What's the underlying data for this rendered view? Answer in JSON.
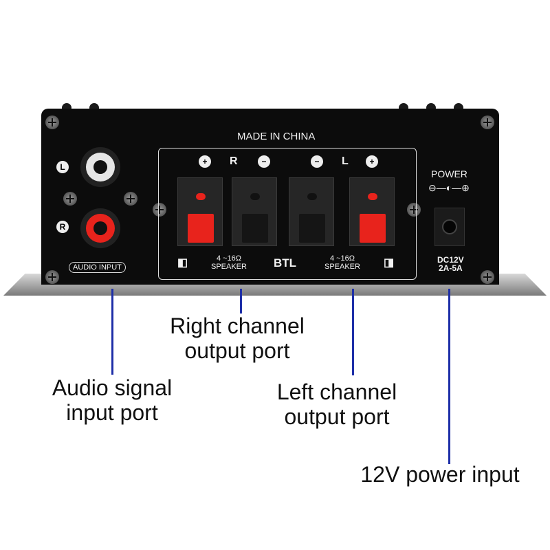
{
  "device": {
    "made_in": "MADE IN CHINA",
    "input_l": "L",
    "input_r": "R",
    "audio_input": "AUDIO INPUT",
    "r_label": "R",
    "l_label": "L",
    "plus": "+",
    "minus": "−",
    "speaker_impedance": "4 ~16Ω",
    "speaker": "SPEAKER",
    "btl": "BTL",
    "power": "POWER",
    "polarity": "⊖—◐—⊕",
    "dc_rating_1": "DC12V",
    "dc_rating_2": "2A-5A",
    "colors": {
      "panel": "#0c0c0c",
      "red": "#e8231c",
      "callout": "#1e2fa8"
    }
  },
  "callouts": {
    "audio": [
      "Audio signal",
      "input port"
    ],
    "right": [
      "Right channel",
      "output port"
    ],
    "left": [
      "Left channel",
      "output port"
    ],
    "power": "12V power input"
  }
}
